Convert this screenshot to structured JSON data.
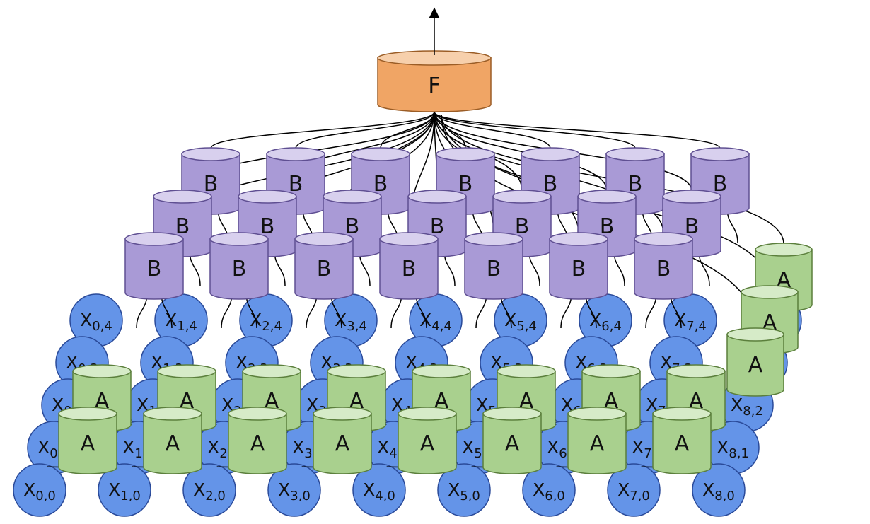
{
  "labels": {
    "top": "F",
    "layer_b": "B",
    "layer_a": "A",
    "input_prefix": "X"
  },
  "grid": {
    "cols": 9,
    "rows": 5
  },
  "b_layers": 3,
  "a_layers": 2,
  "colors": {
    "node_fill": "#6494e8",
    "node_stroke": "#2a4a99",
    "a_fill": "#a9d08e",
    "a_top": "#d6ebc8",
    "a_stroke": "#5b7f3c",
    "b_fill": "#a99ad6",
    "b_top": "#d8d0ee",
    "b_stroke": "#5f4f92",
    "f_fill": "#f0a565",
    "f_top": "#f7d0ac",
    "f_stroke": "#9b5d26"
  }
}
